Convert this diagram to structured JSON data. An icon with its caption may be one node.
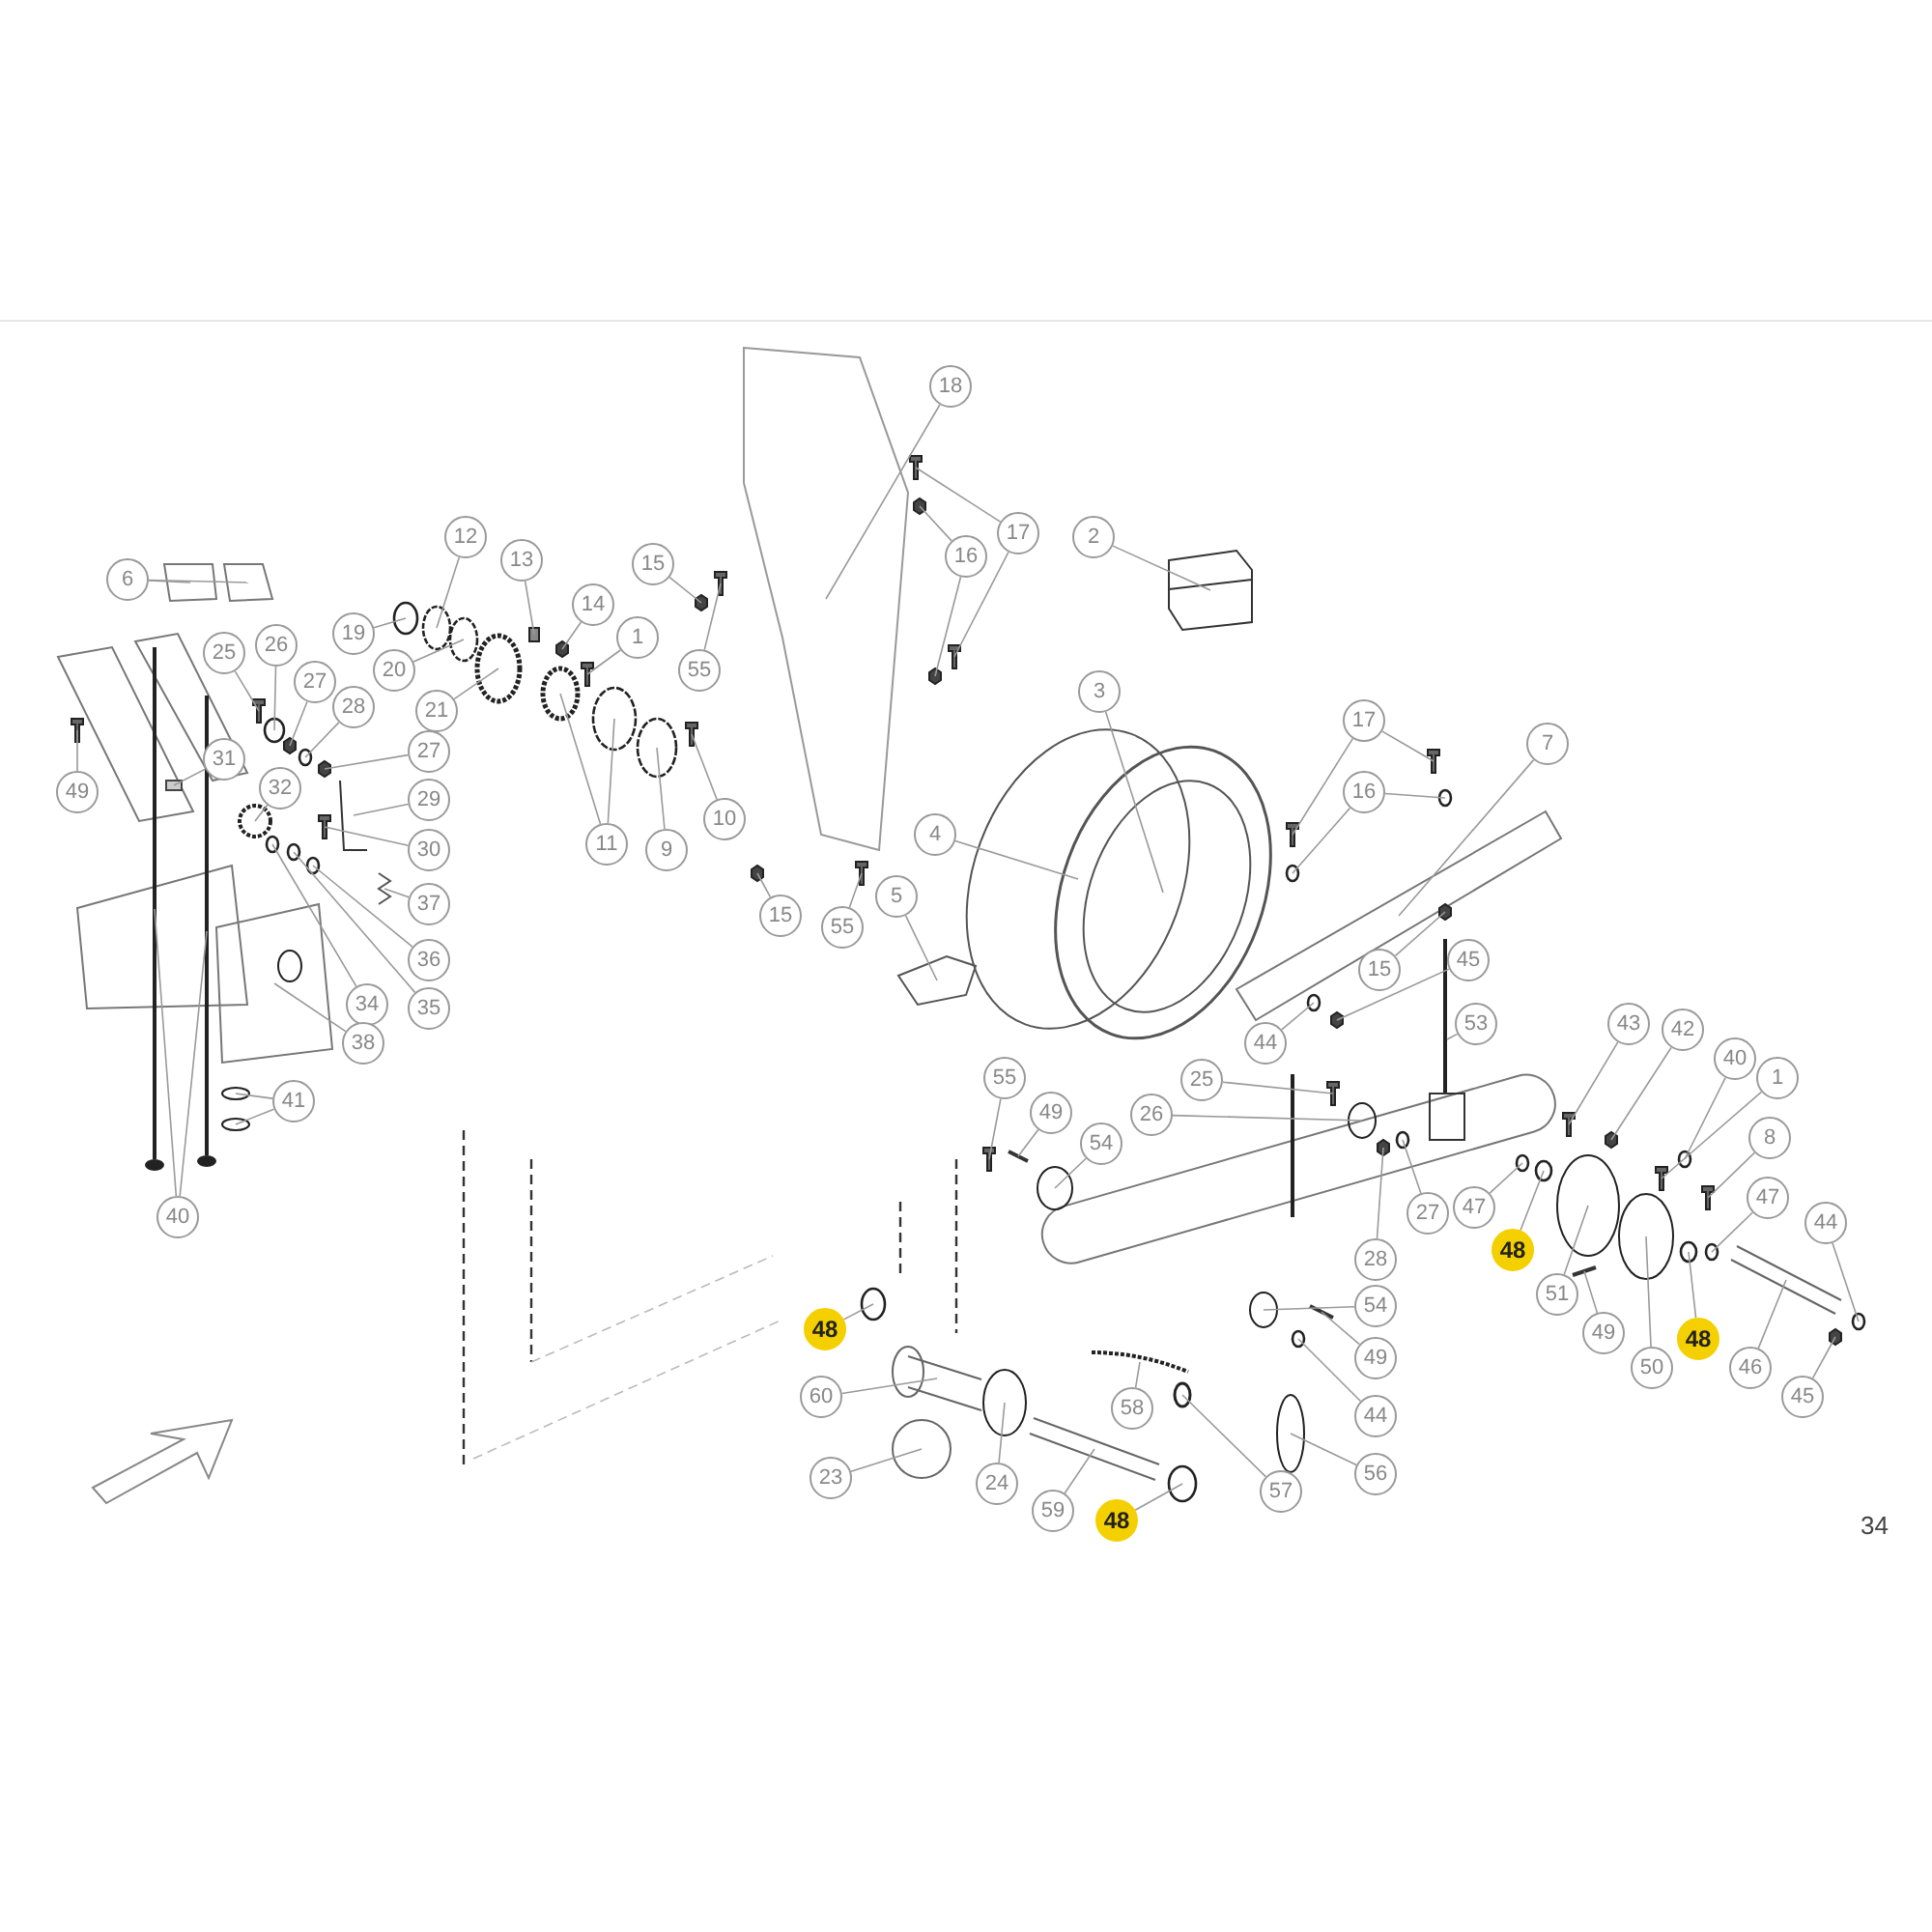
{
  "diagram": {
    "nodes": [
      {
        "text": [
          "6"
        ]
      },
      {
        "text": [
          "49"
        ]
      },
      {
        "text": [
          "25"
        ]
      },
      {
        "text": [
          "26"
        ]
      },
      {
        "text": [
          "27"
        ]
      },
      {
        "text": [
          "28"
        ]
      },
      {
        "text": [
          "31"
        ]
      },
      {
        "text": [
          "32"
        ]
      },
      {
        "text": [
          "27"
        ]
      },
      {
        "text": [
          "29"
        ]
      },
      {
        "text": [
          "30"
        ]
      },
      {
        "text": [
          "37"
        ]
      },
      {
        "text": [
          "36"
        ]
      },
      {
        "text": [
          "35"
        ]
      },
      {
        "text": [
          "34"
        ]
      },
      {
        "text": [
          "38"
        ]
      },
      {
        "text": [
          "41"
        ]
      },
      {
        "text": [
          "40"
        ]
      },
      {
        "text": [
          "12"
        ]
      },
      {
        "text": [
          "19"
        ]
      },
      {
        "text": [
          "20"
        ]
      },
      {
        "text": [
          "21"
        ]
      },
      {
        "text": [
          "13"
        ]
      },
      {
        "text": [
          "14"
        ]
      },
      {
        "text": [
          "1"
        ]
      },
      {
        "text": [
          "11"
        ]
      },
      {
        "text": [
          "9"
        ]
      },
      {
        "text": [
          "10"
        ]
      },
      {
        "text": [
          "15"
        ]
      },
      {
        "text": [
          "55"
        ]
      },
      {
        "text": [
          "18"
        ]
      },
      {
        "text": [
          "15"
        ]
      },
      {
        "text": [
          "55"
        ]
      },
      {
        "text": [
          "17"
        ]
      },
      {
        "text": [
          "16"
        ]
      },
      {
        "text": [
          "2"
        ]
      },
      {
        "text": [
          "3"
        ]
      },
      {
        "text": [
          "17"
        ]
      },
      {
        "text": [
          "16"
        ]
      },
      {
        "text": [
          "7"
        ]
      },
      {
        "text": [
          "4"
        ]
      },
      {
        "text": [
          "5"
        ]
      },
      {
        "text": [
          "15"
        ]
      },
      {
        "text": [
          "45"
        ]
      },
      {
        "text": [
          "44"
        ]
      },
      {
        "text": [
          "53"
        ]
      },
      {
        "text": [
          "55"
        ]
      },
      {
        "text": [
          "49"
        ]
      },
      {
        "text": [
          "54"
        ]
      },
      {
        "text": [
          "25"
        ]
      },
      {
        "text": [
          "26"
        ]
      },
      {
        "text": [
          "28"
        ]
      },
      {
        "text": [
          "27"
        ]
      },
      {
        "text": [
          "54"
        ]
      },
      {
        "text": [
          "49"
        ]
      },
      {
        "text": [
          "44"
        ]
      },
      {
        "text": [
          "56"
        ]
      },
      {
        "text": [
          "57"
        ]
      },
      {
        "text": [
          "58"
        ]
      },
      {
        "text": [
          "59"
        ]
      },
      {
        "text": [
          "24"
        ]
      },
      {
        "text": [
          "23"
        ]
      },
      {
        "text": [
          "60"
        ]
      },
      {
        "text": [
          "48"
        ]
      },
      {
        "text": [
          "48"
        ]
      },
      {
        "text": [
          "43"
        ]
      },
      {
        "text": [
          "42"
        ]
      },
      {
        "text": [
          "40"
        ]
      },
      {
        "text": [
          "1"
        ]
      },
      {
        "text": [
          "8"
        ]
      },
      {
        "text": [
          "47"
        ]
      },
      {
        "text": [
          "48"
        ]
      },
      {
        "text": [
          "51"
        ]
      },
      {
        "text": [
          "49"
        ]
      },
      {
        "text": [
          "50"
        ]
      },
      {
        "text": [
          "48"
        ]
      },
      {
        "text": [
          "47"
        ]
      },
      {
        "text": [
          "46"
        ]
      },
      {
        "text": [
          "44"
        ]
      },
      {
        "text": [
          "45"
        ]
      },
      {
        "text": [],
        "shape": "picture"
      },
      {
        "text": [],
        "shape": "picture"
      },
      {
        "text": [],
        "shape": "picture"
      },
      {
        "text": [],
        "shape": "picture"
      },
      {
        "text": [],
        "shape": "picture"
      },
      {
        "text": [],
        "shape": "circle"
      },
      {
        "text": [],
        "shape": "box"
      },
      {
        "text": [],
        "shape": "circle"
      },
      {
        "text": [],
        "shape": "box"
      },
      {
        "text": [],
        "shape": "circle"
      },
      {
        "text": [],
        "shape": "box"
      },
      {
        "text": [],
        "shape": "picture"
      },
      {
        "text": [],
        "shape": "picture"
      },
      {
        "text": [],
        "shape": "picture"
      },
      {
        "text": [],
        "shape": "circle"
      },
      {
        "text": [],
        "shape": "circle"
      },
      {
        "text": [],
        "shape": "circle"
      },
      {
        "text": [],
        "shape": "picture"
      },
      {
        "text": [],
        "shape": "circle"
      },
      {
        "text": [],
        "shape": "circle"
      },
      {
        "text": [],
        "shape": "picture"
      },
      {
        "text": [],
        "shape": "picture"
      },
      {
        "text": [],
        "shape": "circle"
      },
      {
        "text": [],
        "shape": "circle"
      },
      {
        "text": [],
        "shape": "circle"
      },
      {
        "text": [],
        "shape": "circle"
      },
      {
        "text": [],
        "shape": "box"
      },
      {
        "text": [],
        "shape": "box"
      },
      {
        "text": [],
        "shape": "picture"
      },
      {
        "text": [],
        "shape": "circle"
      },
      {
        "text": [],
        "shape": "circle"
      },
      {
        "text": [],
        "shape": "circle"
      },
      {
        "text": [],
        "shape": "picture"
      },
      {
        "text": [],
        "shape": "box"
      },
      {
        "text": [],
        "shape": "picture"
      },
      {
        "text": [],
        "shape": "box"
      },
      {
        "text": [],
        "shape": "picture"
      },
      {
        "text": [],
        "shape": "picture"
      },
      {
        "text": [],
        "shape": "picture"
      },
      {
        "text": [],
        "shape": "box"
      },
      {
        "text": [],
        "shape": "box"
      },
      {
        "text": [],
        "shape": "picture"
      },
      {
        "text": [],
        "shape": "circle"
      },
      {
        "text": [],
        "shape": "picture"
      },
      {
        "text": [],
        "shape": "picture"
      },
      {
        "text": [],
        "shape": "circle"
      },
      {
        "text": [],
        "shape": "circle"
      },
      {
        "text": [],
        "shape": "picture"
      },
      {
        "text": [],
        "shape": "circle"
      },
      {
        "text": [],
        "shape": "picture"
      },
      {
        "text": [],
        "shape": "box"
      },
      {
        "text": [],
        "shape": "box"
      },
      {
        "text": [],
        "shape": "circle"
      },
      {
        "text": [],
        "shape": "picture"
      },
      {
        "text": [],
        "shape": "picture"
      },
      {
        "text": [],
        "shape": "bar"
      },
      {
        "text": [],
        "shape": "circle"
      },
      {
        "text": [],
        "shape": "picture"
      },
      {
        "text": [],
        "shape": "circle"
      },
      {
        "text": [],
        "shape": "box"
      },
      {
        "text": [],
        "shape": "circle"
      },
      {
        "text": [],
        "shape": "circle"
      },
      {
        "text": [],
        "shape": "bar"
      },
      {
        "text": [],
        "shape": "circle"
      },
      {
        "text": [],
        "shape": "circle"
      },
      {
        "text": [],
        "shape": "circle"
      },
      {
        "text": [],
        "shape": "picture"
      },
      {
        "text": [],
        "shape": "picture"
      },
      {
        "text": [],
        "shape": "circle"
      },
      {
        "text": [],
        "shape": "circle"
      },
      {
        "text": [],
        "shape": "picture"
      },
      {
        "text": [],
        "shape": "circle"
      },
      {
        "text": [],
        "shape": "circle"
      },
      {
        "text": [],
        "shape": "picture"
      },
      {
        "text": [],
        "shape": "box"
      },
      {
        "text": [],
        "shape": "circle"
      },
      {
        "text": [],
        "shape": "picture"
      },
      {
        "text": [],
        "shape": "picture"
      },
      {
        "text": [],
        "shape": "circle"
      },
      {
        "text": [],
        "shape": "circle"
      },
      {
        "text": [],
        "shape": "circle"
      },
      {
        "text": [],
        "shape": "bar"
      },
      {
        "text": [],
        "shape": "circle"
      },
      {
        "text": [],
        "shape": "circle"
      },
      {
        "text": [],
        "shape": "circle"
      },
      {
        "text": [],
        "shape": "picture"
      },
      {
        "text": [],
        "shape": "circle"
      },
      {
        "text": [],
        "shape": "box"
      }
    ],
    "edges": [
      {
        "from": 0,
        "to": 81,
        "arrow": "none"
      },
      {
        "from": 0,
        "to": 82,
        "arrow": "none"
      },
      {
        "from": 1,
        "to": 83,
        "arrow": "none"
      },
      {
        "from": 2,
        "to": 84,
        "arrow": "none"
      },
      {
        "from": 3,
        "to": 85,
        "arrow": "none"
      },
      {
        "from": 4,
        "to": 86,
        "arrow": "none"
      },
      {
        "from": 5,
        "to": 87,
        "arrow": "none"
      },
      {
        "from": 6,
        "to": 88,
        "arrow": "none"
      },
      {
        "from": 7,
        "to": 89,
        "arrow": "none"
      },
      {
        "from": 8,
        "to": 90,
        "arrow": "none"
      },
      {
        "from": 9,
        "to": 91,
        "arrow": "none"
      },
      {
        "from": 10,
        "to": 92,
        "arrow": "none"
      },
      {
        "from": 11,
        "to": 93,
        "arrow": "none"
      },
      {
        "from": 12,
        "to": 94,
        "arrow": "none"
      },
      {
        "from": 13,
        "to": 95,
        "arrow": "none"
      },
      {
        "from": 14,
        "to": 96,
        "arrow": "none"
      },
      {
        "from": 15,
        "to": 97,
        "arrow": "none"
      },
      {
        "from": 16,
        "to": 98,
        "arrow": "none"
      },
      {
        "from": 16,
        "to": 99,
        "arrow": "none"
      },
      {
        "from": 17,
        "to": 100,
        "arrow": "none"
      },
      {
        "from": 17,
        "to": 101,
        "arrow": "none"
      },
      {
        "from": 18,
        "to": 102,
        "arrow": "none"
      },
      {
        "from": 19,
        "to": 103,
        "arrow": "none"
      },
      {
        "from": 20,
        "to": 104,
        "arrow": "none"
      },
      {
        "from": 21,
        "to": 105,
        "arrow": "none"
      },
      {
        "from": 22,
        "to": 106,
        "arrow": "none"
      },
      {
        "from": 23,
        "to": 107,
        "arrow": "none"
      },
      {
        "from": 24,
        "to": 108,
        "arrow": "none"
      },
      {
        "from": 25,
        "to": 109,
        "arrow": "none"
      },
      {
        "from": 25,
        "to": 110,
        "arrow": "none"
      },
      {
        "from": 26,
        "to": 111,
        "arrow": "none"
      },
      {
        "from": 27,
        "to": 112,
        "arrow": "none"
      },
      {
        "from": 28,
        "to": 113,
        "arrow": "none"
      },
      {
        "from": 29,
        "to": 114,
        "arrow": "none"
      },
      {
        "from": 30,
        "to": 80,
        "arrow": "none"
      },
      {
        "from": 31,
        "to": 115,
        "arrow": "none"
      },
      {
        "from": 32,
        "to": 116,
        "arrow": "none"
      },
      {
        "from": 33,
        "to": 117,
        "arrow": "none"
      },
      {
        "from": 33,
        "to": 118,
        "arrow": "none"
      },
      {
        "from": 34,
        "to": 119,
        "arrow": "none"
      },
      {
        "from": 34,
        "to": 120,
        "arrow": "none"
      },
      {
        "from": 35,
        "to": 121,
        "arrow": "none"
      },
      {
        "from": 36,
        "to": 122,
        "arrow": "none"
      },
      {
        "from": 37,
        "to": 123,
        "arrow": "none"
      },
      {
        "from": 37,
        "to": 124,
        "arrow": "none"
      },
      {
        "from": 38,
        "to": 125,
        "arrow": "none"
      },
      {
        "from": 38,
        "to": 126,
        "arrow": "none"
      },
      {
        "from": 39,
        "to": 127,
        "arrow": "none"
      },
      {
        "from": 40,
        "to": 128,
        "arrow": "none"
      },
      {
        "from": 41,
        "to": 129,
        "arrow": "none"
      },
      {
        "from": 42,
        "to": 130,
        "arrow": "none"
      },
      {
        "from": 43,
        "to": 131,
        "arrow": "none"
      },
      {
        "from": 44,
        "to": 132,
        "arrow": "none"
      },
      {
        "from": 45,
        "to": 133,
        "arrow": "none"
      },
      {
        "from": 46,
        "to": 134,
        "arrow": "none"
      },
      {
        "from": 47,
        "to": 135,
        "arrow": "none"
      },
      {
        "from": 48,
        "to": 136,
        "arrow": "none"
      },
      {
        "from": 49,
        "to": 137,
        "arrow": "none"
      },
      {
        "from": 50,
        "to": 138,
        "arrow": "none"
      },
      {
        "from": 51,
        "to": 139,
        "arrow": "none"
      },
      {
        "from": 52,
        "to": 140,
        "arrow": "none"
      },
      {
        "from": 53,
        "to": 141,
        "arrow": "none"
      },
      {
        "from": 54,
        "to": 142,
        "arrow": "none"
      },
      {
        "from": 55,
        "to": 143,
        "arrow": "none"
      },
      {
        "from": 56,
        "to": 144,
        "arrow": "none"
      },
      {
        "from": 57,
        "to": 145,
        "arrow": "none"
      },
      {
        "from": 58,
        "to": 146,
        "arrow": "none"
      },
      {
        "from": 59,
        "to": 147,
        "arrow": "none"
      },
      {
        "from": 60,
        "to": 148,
        "arrow": "none"
      },
      {
        "from": 61,
        "to": 149,
        "arrow": "none"
      },
      {
        "from": 62,
        "to": 150,
        "arrow": "none"
      },
      {
        "from": 63,
        "to": 151,
        "arrow": "none"
      },
      {
        "from": 64,
        "to": 152,
        "arrow": "none"
      },
      {
        "from": 65,
        "to": 153,
        "arrow": "none"
      },
      {
        "from": 66,
        "to": 154,
        "arrow": "none"
      },
      {
        "from": 67,
        "to": 155,
        "arrow": "none"
      },
      {
        "from": 68,
        "to": 156,
        "arrow": "none"
      },
      {
        "from": 69,
        "to": 157,
        "arrow": "none"
      },
      {
        "from": 70,
        "to": 158,
        "arrow": "none"
      },
      {
        "from": 71,
        "to": 159,
        "arrow": "none"
      },
      {
        "from": 72,
        "to": 160,
        "arrow": "none"
      },
      {
        "from": 73,
        "to": 161,
        "arrow": "none"
      },
      {
        "from": 74,
        "to": 162,
        "arrow": "none"
      },
      {
        "from": 75,
        "to": 163,
        "arrow": "none"
      },
      {
        "from": 76,
        "to": 164,
        "arrow": "none"
      },
      {
        "from": 77,
        "to": 165,
        "arrow": "none"
      },
      {
        "from": 78,
        "to": 166,
        "arrow": "none"
      },
      {
        "from": 79,
        "to": 167,
        "arrow": "none"
      }
    ],
    "labels": [
      "34"
    ]
  }
}
